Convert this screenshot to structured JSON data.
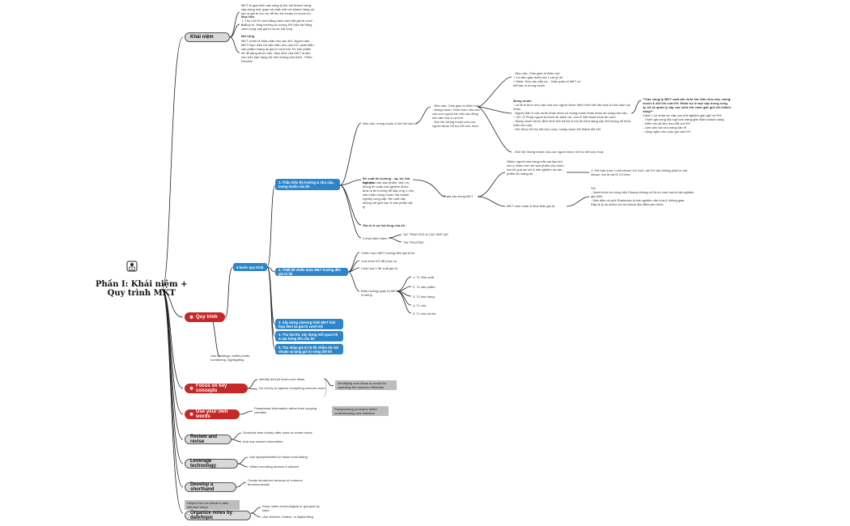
{
  "root": {
    "line1": "Phần I: Khái niệm +",
    "line2": "Quy trình MKT",
    "icon": "person-laptop-icon"
  },
  "main_nodes": {
    "khai_niem": "Khái niệm",
    "quy_trinh": "Quy trình",
    "focus": "Focus on key concepts",
    "own_words": "Use your own words",
    "review": "Review and revise",
    "leverage": "Leverage technology",
    "shorthand": "Develop a shorthand",
    "organize": "Organize notes by date/topic"
  },
  "khai_niem_notes": {
    "intro": "MKT là quá trình các công ty thu hút khách hàng, xây dựng mối quan hệ chặt chẽ với khách hàng và tạo ra giá trị cho họ để thu lợi nhuận từ chính họ",
    "muc_tieu_title": "Mục tiêu",
    "muc_tieu_1": "1. Thu hút KH mới bằng cách cam kết giá trị vượt trội",
    "muc_tieu_2": "2. Duy trì, tăng trưởng số lượng KH hiện tại bằng cách cung cấp giá trị và sự hài lòng",
    "mo_rong_title": "Mở rộng",
    "mo_rong_text": "MKT chính là thỏa mãn nhu cầu KH. Người làm MKT thực hiện tốt việc hiểu nhu cầu KH, phát triển sản phẩm mang lại giá trị vượt trội, thì sản phẩm sẽ dễ dàng được bán. Mục đích của MKT là làm cho việc bán hàng trở nên không cần thiết - Peter Drucker"
  },
  "quy_trinh_branch": {
    "center_label": "5 bước quy trình",
    "step1": "1. Thấu hiểu thị trường & nhu cầu, mong muốn của kh",
    "step2": "2. Thiết kế chiến lược MKT hướng đến giá trị kh",
    "step3": "3. Xây dựng chương trình MKT tích hợp đem lại giá trị vượt trội",
    "step4": "4. Thu hút kh, xây dựng mối quan hệ & tạo hứng thú cho kh",
    "step5": "5. Thu nhận giá trị từ kh nhằm thu lợi nhuận và tăng giá trị vòng đời kh",
    "use_headings": "Use headings, bullet points, numbering, highlighting",
    "step1_children": {
      "nhu_cau": "Nhu cầu, mong muốn & đòi hỏi của kh",
      "nhu_cau_defs": "- Nhu cầu: Cảm giác bị thiếu hụt\n- Mong muốn: Hình thức nhu cầu của con người khi chịu tác động bởi văn hóa & cá tính\n- Đòi hỏi: Mong muốn của con người được hỗ trợ bởi sức mua",
      "nhu_cau_detail_1": "- Nhu cầu: Cảm giác bị thiếu hụt\n+ Là cảm giác thiếu hụt 1 cái gì đó\n+ Mmh: Nhu cầu sẵn có... Nhà quản trị MKT có thể tạo ra mong muốn",
      "mong_muon_title": "Mong muốn",
      "mong_muon_text": "- Là hình thức nhu cầu của con người được định hình bởi văn hóa & tính cách cá nhân\n- Người dân ở các nước khác nhau có mong muốn khác nhau dù cùng nhu cầu\n+ VD: Ở Pháp người ta thích ăn bánh mì, còn ở Việt Nam thích ăn cơm\n- Mong muốn được định hình bởi xã hội & mô tả dưới dạng các đối tượng sẽ thỏa mãn nhu cầu\n- Khi được hỗ trợ bởi sức mua, mong muốn trở thành đòi hỏi",
      "doi_hoi": "- Đòi hỏi: Mong muốn của con người được hỗ trợ bởi sức mua",
      "right_note_title": "**Các công ty MKT xuất sắc luôn tìm hiểu nhu cầu, mong muốn & đòi hỏi của KH. Nhân sự ở mọi cấp trong công ty, kể cả quản lý cấp cao luôn tìm cách gần gũi với khách hàng**",
      "right_note_text": "Cách 1 số nhân sự cấp cao trải nghiệm gần gũi với KH\n- Tham gia cùng đội ngũ bán hàng ghé thăm khách hàng\n- Kiểm tra dữ liệu trao đổi với KH\n- Làm việc tại cửa hàng bán lẻ\n- Lắng nghe các cuộc gọi của KH",
      "de_xuat": "Đề xuất thị trường - sp, dv, trải nghiệm",
      "de_xuat_text": "Bao gồm các sản phẩm, dịch vụ, thông tin hoặc trải nghiệm được đưa ra thị trường để đáp ứng 1 nhu cầu hoặc mong muốn mà doanh nghiệp cung cấp. Đề xuất này không chỉ giới hạn ở sản phẩm vật lý",
      "than_can": "Thận cận trọng MKT",
      "than_can_text": "Nhiều người bán hàng mắc sai lầm khi chú ý nhiều hơn tới sản phẩm của mình mà bỏ qua lợi ích & trải nghiệm do sản phẩm đó mang lại",
      "vi_du_1": "1. Khi bạn mua 1 mũi khoan 1/4 inch, cái KH cần không phải là mũi khoan, mà là cái lỗ 1/4 inch",
      "mkt_nhin": "MKT nhìn nhận & khai thác giá trị",
      "vd_title": "VD:",
      "vd_text": "- Hành trình tới công viên Disney không chỉ là trò chơi mà là trải nghiệm gia đình\n- Đến tiệm cà phê Starbucks là trải nghiệm văn hóa & không gian\nĐây là lý do nhiều nơi trở thành địa điểm yêu thích",
      "gia_tri": "Giá trị & sự hài lòng của kh",
      "khai_niem_them": "2 khái niệm thêm",
      "trao_doi": "SỰ TRAO ĐỔI & CÁC MỐI QH",
      "thi_truong": "THỊ TRƯỜNG"
    },
    "step2_children": {
      "chien_luoc": "Chiến lược MKT hướng đến giá trị kh",
      "lua_chon": "Lựa chọn KH để phục vụ",
      "chon_gia_tri": "Chọn lựa 1 đề xuất giá trị",
      "dinh_huong": "Định hướng quản trị MKT\n5 triết lý",
      "dinh_huong_items": [
        "1. TL Sản xuất",
        "2. TL sản phẩm",
        "3. TL bán hàng",
        "4. TL mkt",
        "5. TL mkt xã hội"
      ]
    }
  },
  "tips": {
    "focus_1": "Identify and jot down core ideas",
    "focus_2": "Do not try to capture everything word-for-word",
    "focus_tag": "Identifying core ideas is crucial for capturing the essence efficiently",
    "own_1": "Paraphrase information rather than copying verbatim",
    "own_tag": "Paraphrasing promotes better understanding and retention",
    "review_1": "Schedule time shortly after class to review notes",
    "review_2": "Add any missed information",
    "lev_1": "Use laptops/tablets for faster note-taking",
    "lev_2": "Utilize recording devices if allowed",
    "short_1": "Create shortened versions of common terms/concepts",
    "helpful_tag": "Helpful but not critical to take effective notes",
    "org_1": "Keep notes chronological or grouped by topic",
    "org_2": "Use dividers, folders, or digital filing"
  },
  "colors": {
    "red": "#c62828",
    "blue": "#2d86c9",
    "grey": "#d9d9d9",
    "edge": "#222222"
  }
}
